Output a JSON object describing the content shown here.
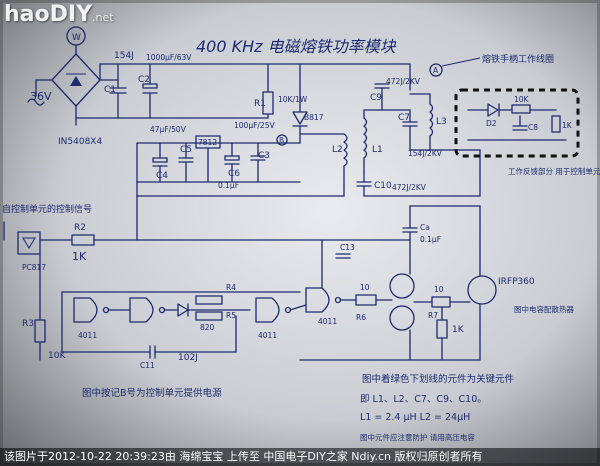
{
  "watermark": {
    "brand": "haoDIY",
    "suffix": ".net"
  },
  "diagram": {
    "title": "400 KHz 电磁熔铁功率模块",
    "meter_symbol": "W",
    "meter_a_symbol": "A",
    "labels": {
      "c_154j": "154J",
      "c_c1": "C1",
      "c_c2": "C2",
      "c_1000u": "1000μF/63V",
      "src_36v": "36V",
      "bridge": "IN5408X4",
      "r1": "R1",
      "r1_val": "10K/1W",
      "d_b817": "B817",
      "c_c4": "C4",
      "c_c5": "C5",
      "c_47u": "47μF/50V",
      "ic_7812": "7812",
      "c_c6": "C6",
      "c_c3": "C3",
      "c_100u": "100μF/25V",
      "c_01uf": "0.1μF",
      "l1": "L1",
      "l2": "L2",
      "l3": "L3",
      "c7": "C7",
      "c9": "C9",
      "c_472": "472J/2KV",
      "c_154_2kv": "154J/2KV",
      "c10": "C10",
      "c10_val": "472J/2KV",
      "work_coil": "熔铁手柄工作线圈",
      "d2": "D2",
      "c8": "C8",
      "r_10k_right": "10K",
      "r_1k_right": "1K",
      "ctrl_signal": "自控制单元的控制信号",
      "r2": "R2",
      "r2_val": "1K",
      "pc817": "PC817",
      "r3": "R3",
      "r3_val": "10K",
      "r5": "R5",
      "ca": "Ca",
      "ca_val": "0.1μF",
      "c13": "C13",
      "r4": "R4",
      "r_820": "820",
      "c11": "C11",
      "c11_val": "102J",
      "ic_4011": "4011",
      "r6": "R6",
      "r_10": "10",
      "r7": "R7",
      "r7_val": "1K",
      "irfp": "IRFP360",
      "node_a": "A",
      "node_b": "B"
    },
    "notes": {
      "feedback": "工作反馈部分 用于控制单元的比较电路 右侧元件不可忽视 中断控制单元",
      "cap_note": "图中电容配散热器",
      "bottom_left": "图中按记B号为控制单元提供电源",
      "bottom_right": "图中着绿色下划线的元件为关键元件",
      "parts_line1": "即 L1、L2、C7、C9、C10。",
      "parts_line2": "L1 = 2.4 μH   L2 = 24μH",
      "parts_line3": "图中元件应注意防护 请用高压电容"
    }
  },
  "footer": {
    "text": "该图片于2012-10-22 20:39:23由 海绵宝宝 上传至 中国电子DIY之家 Ndiy.cn 版权归原创者所有"
  }
}
